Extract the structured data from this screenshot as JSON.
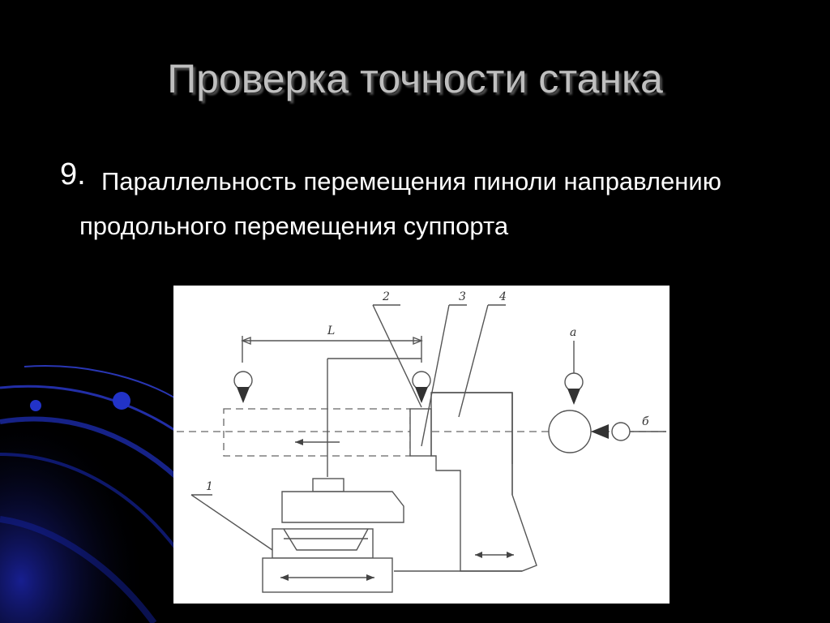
{
  "slide": {
    "title": "Проверка точности станка",
    "point_number": "9.",
    "point_text": "Параллельность перемещения пиноли направлению продольного перемещения суппорта"
  },
  "colors": {
    "background": "#000000",
    "title": "#bfbfbf",
    "body_text": "#ffffff",
    "decor_blue": "#1f2fb8",
    "diagram_bg": "#ffffff",
    "diagram_line": "#555555"
  },
  "diagram": {
    "labels": {
      "dimension_L": "L",
      "callout_1": "1",
      "callout_2": "2",
      "callout_3": "3",
      "callout_4": "4",
      "indicator_a": "а",
      "indicator_b": "б"
    }
  }
}
